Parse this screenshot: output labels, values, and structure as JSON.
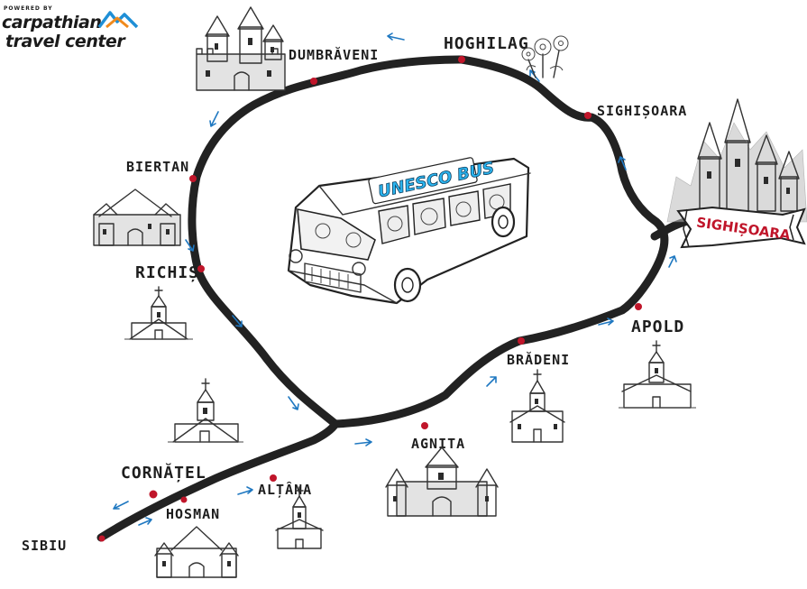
{
  "logo": {
    "powered_by": "POWERED BY",
    "line1": "carpathian",
    "line2": "travel center",
    "colors": {
      "peak_blue": "#1f8fd6",
      "peak_orange": "#f08a1c",
      "text": "#1a1a1a"
    }
  },
  "bus": {
    "sign": "UNESCO BUS",
    "sign_color": "#2bb5f0"
  },
  "banner": {
    "text": "SIGHIȘOARA",
    "color": "#c0152a"
  },
  "places": [
    {
      "id": "sibiu",
      "name": "SIBIU"
    },
    {
      "id": "hosman",
      "name": "HOSMAN"
    },
    {
      "id": "cornatel",
      "name": "CORNĂȚEL"
    },
    {
      "id": "altana",
      "name": "ALȚÂNA"
    },
    {
      "id": "agnita",
      "name": "AGNITA"
    },
    {
      "id": "bradeni",
      "name": "BRĂDENI"
    },
    {
      "id": "apold",
      "name": "APOLD"
    },
    {
      "id": "sighisoara",
      "name": "SIGHIȘOARA"
    },
    {
      "id": "hoghilag",
      "name": "HOGHILAG"
    },
    {
      "id": "dumbraveni",
      "name": "DUMBRĂVENI"
    },
    {
      "id": "biertan",
      "name": "BIERTAN"
    },
    {
      "id": "richis",
      "name": "RICHIȘ"
    }
  ],
  "colors": {
    "stop_marker": "#c0152a",
    "direction_arrow": "#1f78c1",
    "road": "#222222"
  }
}
